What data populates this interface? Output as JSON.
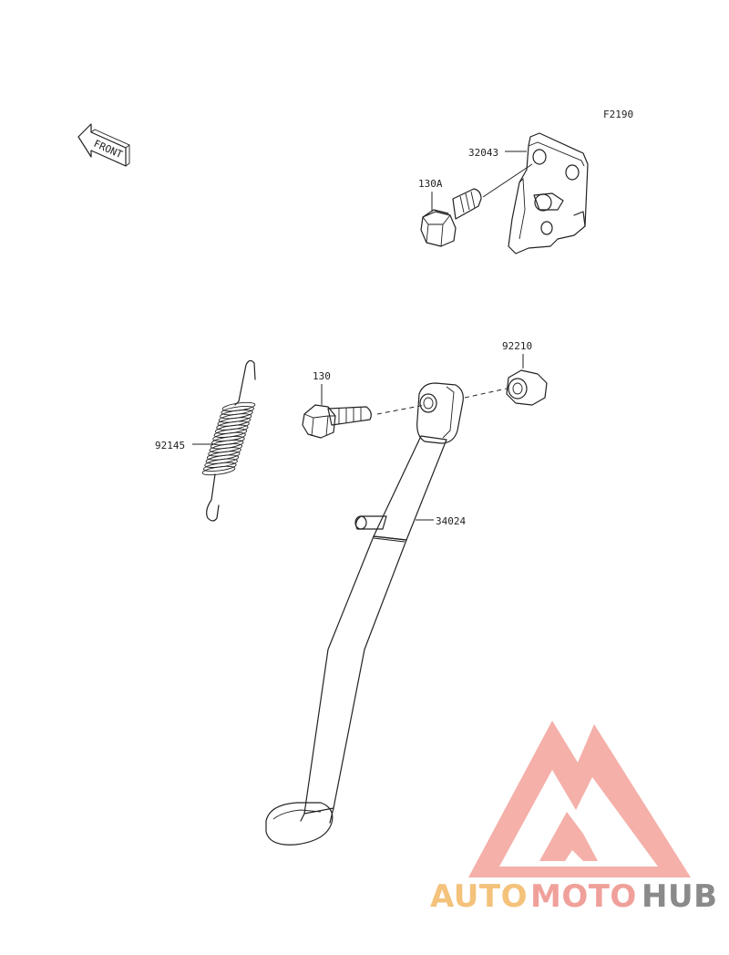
{
  "diagram_code": "F2190",
  "front_label": "FRONT",
  "parts": [
    {
      "number": "32043"
    },
    {
      "number": "130A"
    },
    {
      "number": "92210"
    },
    {
      "number": "130"
    },
    {
      "number": "92145"
    },
    {
      "number": "34024"
    }
  ],
  "watermark": {
    "text_auto": "AUTO",
    "text_moto": "MOTO",
    "text_hub": "HUB",
    "color_auto": "#f4c27a",
    "color_moto": "#f0a09a",
    "color_hub": "#8a8a8a",
    "logo_color": "#f3a7a0"
  }
}
